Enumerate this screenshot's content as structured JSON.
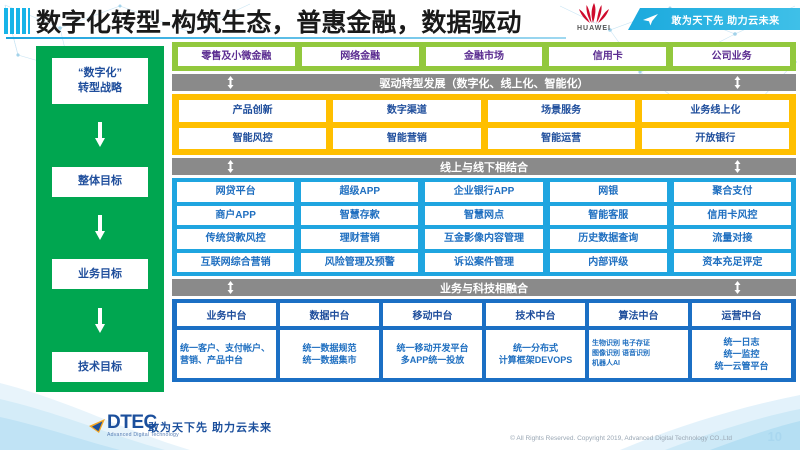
{
  "header": {
    "title": "数字化转型-构筑生态，普惠金融，数据驱动",
    "brand": "HUAWEI",
    "slogan": "敢为天下先 助力云未来"
  },
  "rail": {
    "items": [
      {
        "label": "“数字化”\n转型战略"
      },
      {
        "label": "整体目标"
      },
      {
        "label": "业务目标"
      },
      {
        "label": "技术目标"
      }
    ],
    "item_0_line1": "“数字化”",
    "item_0_line2": "转型战略",
    "item_1": "整体目标",
    "item_2": "业务目标",
    "item_3": "技术目标"
  },
  "top_tabs": [
    "零售及小微金融",
    "网络金融",
    "金融市场",
    "信用卡",
    "公司业务"
  ],
  "band_drive": "驱动转型发展（数字化、线上化、智能化）",
  "orange": {
    "row1": [
      "产品创新",
      "数字渠道",
      "场景服务",
      "业务线上化"
    ],
    "row2": [
      "智能风控",
      "智能营销",
      "智能运营",
      "开放银行"
    ]
  },
  "band_online_offline": "线上与线下相结合",
  "blue": {
    "row1": [
      "网贷平台",
      "超级APP",
      "企业银行APP",
      "网银",
      "聚合支付"
    ],
    "row2": [
      "商户APP",
      "智慧存款",
      "智慧网点",
      "智能客服",
      "信用卡风控"
    ],
    "row3": [
      "传统贷款风控",
      "理财营销",
      "互金影像内容管理",
      "历史数据查询",
      "流量对接"
    ],
    "row4": [
      "互联网综合营销",
      "风险管理及预警",
      "诉讼案件管理",
      "内部评级",
      "资本充足评定"
    ]
  },
  "band_business_tech": "业务与科技相融合",
  "platforms": [
    {
      "head": "业务中台",
      "body": "统一客户、支付帐户、营销、产品中台"
    },
    {
      "head": "数据中台",
      "body": "统一数据规范\n统一数据集市"
    },
    {
      "head": "移动中台",
      "body": "统一移动开发平台\n多APP统一投放"
    },
    {
      "head": "技术中台",
      "body": "统一分布式\n计算框架DEVOPS"
    },
    {
      "head": "算法中台",
      "body": "生物识别 电子存证\n图像识别 语音识别\n机器人AI"
    },
    {
      "head": "运营中台",
      "body": "统一日志\n统一监控\n统一云管平台"
    }
  ],
  "footer": {
    "logo_name": "DTEC",
    "logo_sub": "Advanced Digital Technology",
    "slogan": "敢为天下先   助力云未来",
    "copyright": "© All Rights Reserved. Copyright 2019, Advanced Digital Technology CO.,Ltd",
    "page_number": "10"
  },
  "colors": {
    "green_rail": "#00a650",
    "green_band": "#92c83d",
    "orange": "#ffbf00",
    "blue": "#1fa5e0",
    "navy": "#1b6fc4",
    "gray_band": "#8a8a8a",
    "title_text": "#1a1a1a",
    "huawei_red": "#cf0a2c"
  }
}
